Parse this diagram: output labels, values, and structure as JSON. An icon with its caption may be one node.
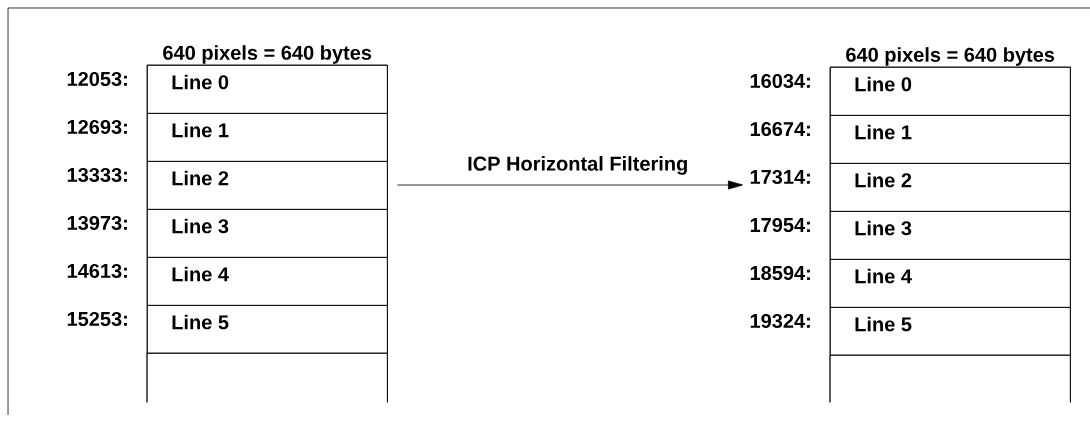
{
  "diagram": {
    "nodes": [
      {
        "text": [
          "640 pixels = 640 bytes"
        ]
      },
      {
        "text": [
          "Line 0"
        ],
        "in": 0,
        "beside": [
          "12053:"
        ]
      },
      {
        "text": [
          "Line 1"
        ],
        "in": 0,
        "beside": [
          "12693:"
        ]
      },
      {
        "text": [
          "Line 2"
        ],
        "in": 0,
        "beside": [
          "13333:"
        ]
      },
      {
        "text": [
          "Line 3"
        ],
        "in": 0,
        "beside": [
          "13973:"
        ]
      },
      {
        "text": [
          "Line 4"
        ],
        "in": 0,
        "beside": [
          "14613:"
        ]
      },
      {
        "text": [
          "Line 5"
        ],
        "in": 0,
        "beside": [
          "15253:"
        ]
      },
      {
        "text": [],
        "shape": "box",
        "in": 0
      },
      {
        "text": [
          "640 pixels = 640 bytes"
        ]
      },
      {
        "text": [
          "Line 0"
        ],
        "in": 8,
        "beside": [
          "16034:"
        ]
      },
      {
        "text": [
          "Line 1"
        ],
        "in": 8,
        "beside": [
          "16674:"
        ]
      },
      {
        "text": [
          "Line 2"
        ],
        "in": 8,
        "beside": [
          "17314:"
        ]
      },
      {
        "text": [
          "Line 3"
        ],
        "in": 8,
        "beside": [
          "17954:"
        ]
      },
      {
        "text": [
          "Line 4"
        ],
        "in": 8,
        "beside": [
          "18594:"
        ]
      },
      {
        "text": [
          "Line 5"
        ],
        "in": 8,
        "beside": [
          "19324:"
        ]
      },
      {
        "text": [],
        "shape": "box",
        "in": 8
      }
    ],
    "edges": [
      {
        "from": 0,
        "to": 8,
        "arrow": "to",
        "label": "ICP Horizontal Filtering"
      }
    ]
  }
}
